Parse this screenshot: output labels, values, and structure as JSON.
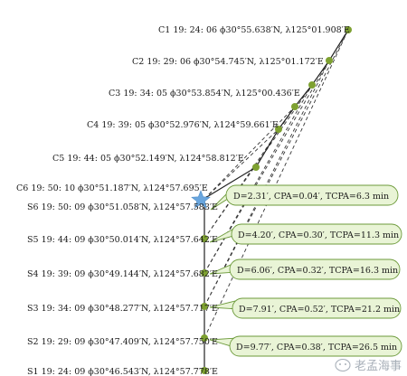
{
  "c_points": [
    {
      "label": "C1 19: 24: 06 ϕ30°55.638′N, λ125°01.908′E"
    },
    {
      "label": "C2 19: 29: 06 ϕ30°54.745′N, λ125°01.172′E"
    },
    {
      "label": "C3 19: 34: 05 ϕ30°53.854′N, λ125°00.436′E"
    },
    {
      "label": "C4 19: 39: 05 ϕ30°52.976′N, λ124°59.661′E"
    },
    {
      "label": "C5 19: 44: 05 ϕ30°52.149′N, λ124°58.812′E"
    },
    {
      "label": "C6 19: 50: 10 ϕ30°51.187′N, λ124°57.695′E"
    }
  ],
  "s_points": [
    {
      "label": "S6 19: 50: 09 ϕ30°51.058′N, λ124°57.583′E"
    },
    {
      "label": "S5 19: 44: 09 ϕ30°50.014′N, λ124°57.642′E"
    },
    {
      "label": "S4 19: 39: 09 ϕ30°49.144′N, λ124°57.682′E"
    },
    {
      "label": "S3 19: 34: 09 ϕ30°48.277′N, λ124°57.717′E"
    },
    {
      "label": "S2 19: 29: 09 ϕ30°47.409′N, λ124°57.750′E"
    },
    {
      "label": "S1 19: 24: 09 ϕ30°46.543′N, λ124°57.778′E"
    }
  ],
  "callouts": [
    {
      "text": "D=2.31′, CPA=0.04′, TCPA=6.3 min"
    },
    {
      "text": "D=4.20′, CPA=0.30′, TCPA=11.3 min"
    },
    {
      "text": "D=6.06′, CPA=0.32′, TCPA=16.3 min"
    },
    {
      "text": "D=7.91′, CPA=0.52′, TCPA=21.2 min"
    },
    {
      "text": "D=9.77′, CPA=0.38′, TCPA=26.5 min"
    }
  ],
  "watermark": "老孟海事",
  "colors": {
    "point": "#7ea131",
    "star": "#6aa6de",
    "callout_fill": "#e9f4d6",
    "callout_stroke": "#6c9a3a",
    "track": "#222222"
  }
}
